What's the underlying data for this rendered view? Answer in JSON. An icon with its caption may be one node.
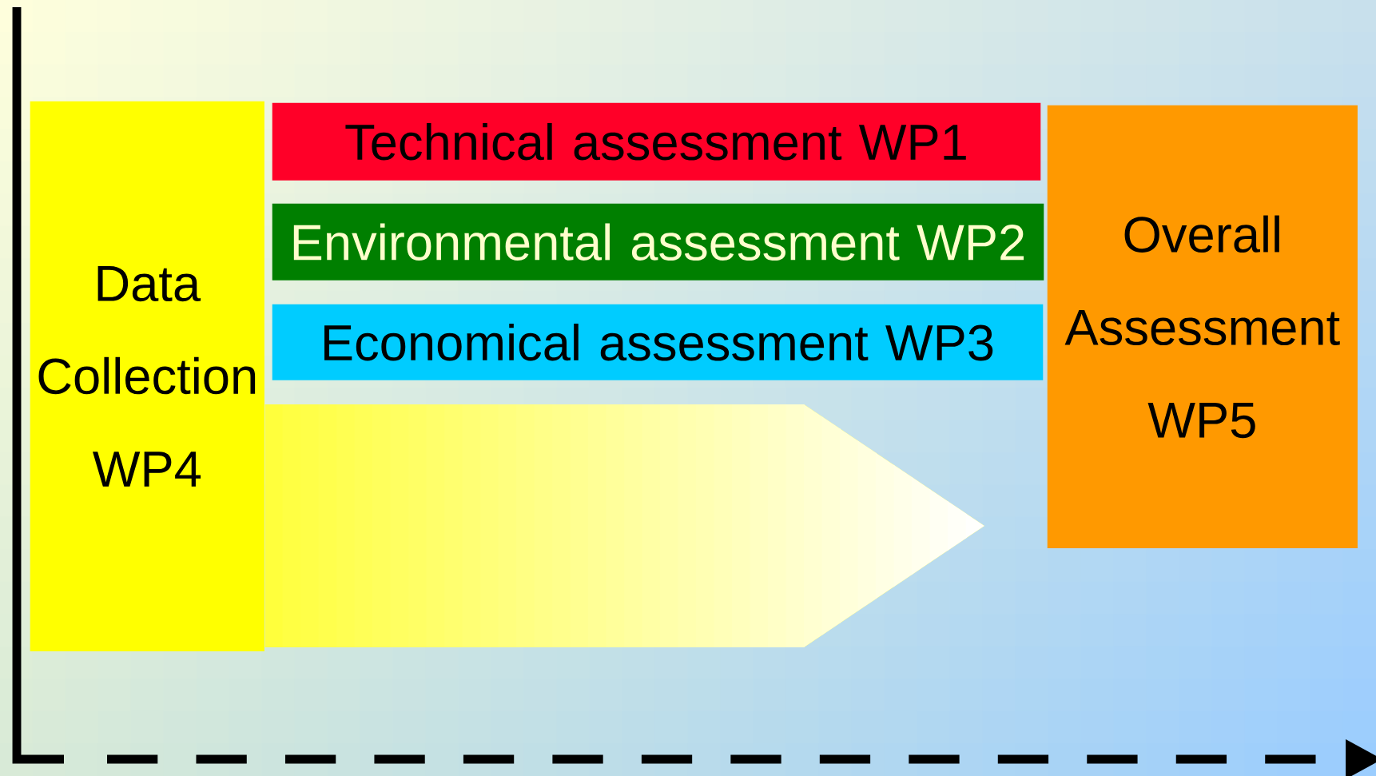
{
  "diagram": {
    "nodes": [
      {
        "text": [
          "Data Collection WP4"
        ]
      },
      {
        "text": [
          "Technical assessment WP1"
        ]
      },
      {
        "text": [
          "Environmental assessment WP2"
        ]
      },
      {
        "text": [
          "Economical assessment WP3"
        ]
      },
      {
        "text": [
          "Overall Assessment WP5"
        ]
      }
    ],
    "edges": [
      {
        "from": 0,
        "to": 4,
        "arrow": "to"
      }
    ]
  }
}
